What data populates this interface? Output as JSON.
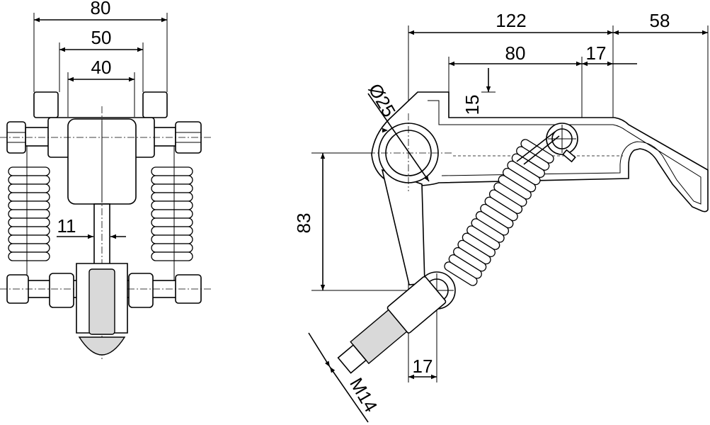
{
  "front_view": {
    "dims": {
      "overall_width": "80",
      "spring_pitch": "50",
      "body_width": "40",
      "rod_diameter": "11"
    }
  },
  "side_view": {
    "dims": {
      "total_length": "122",
      "tip_length": "58",
      "slot_length": "80",
      "slot_offset": "17",
      "slot_depth": "15",
      "pin_height": "25",
      "pivot_diameter": "Ø25",
      "pivot_height": "83",
      "stud_offset": "17",
      "thread": "M14"
    }
  }
}
